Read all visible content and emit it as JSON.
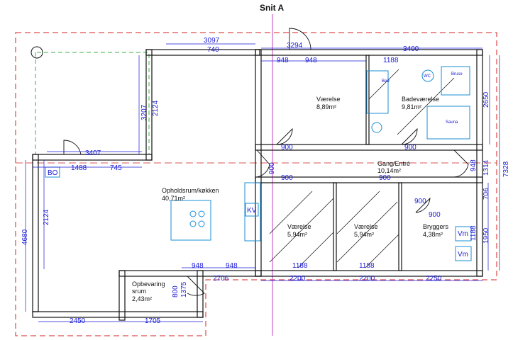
{
  "title": "Snit A",
  "rooms": {
    "vaerelse1_name": "Værelse",
    "vaerelse1_area": "8,89m²",
    "bad_name": "Badeværelse",
    "bad_area": "9,81m²",
    "gang_name": "Gang/Entré",
    "gang_area": "10,14m²",
    "ophold_name": "Opholdsrum/køkken",
    "ophold_area": "40,71m²",
    "vaerelse2_name": "Værelse",
    "vaerelse2_area": "5,94m²",
    "vaerelse3_name": "Værelse",
    "vaerelse3_area": "5,94m²",
    "bryggers_name": "Bryggers",
    "bryggers_area": "4,38m²",
    "opbevaring_name1": "Opbevaring",
    "opbevaring_name2": "srum",
    "opbevaring_area": "2,43m²"
  },
  "fixtures": {
    "bed": "Bed",
    "wc": "WC",
    "bruse": "Bruse",
    "sauna": "Sauna",
    "bo": "BO",
    "kv": "KV",
    "vm1": "Vm",
    "vm2": "Vm"
  },
  "dims": {
    "d3097": "3097",
    "d740": "740",
    "d3294": "3294",
    "d3400": "3400",
    "d948a": "948",
    "d948b": "948",
    "d1188a": "1188",
    "d3207": "3207",
    "d2124a": "2124",
    "d2650": "2650",
    "d7328": "7328",
    "d3407": "3407",
    "d1488": "1488",
    "d745": "745",
    "d900a": "900",
    "d900b": "900",
    "d900c": "900",
    "d900d": "900",
    "d900e": "900",
    "d900f": "900",
    "d900g": "900",
    "d1314": "1314",
    "d948c": "948",
    "d706": "706",
    "d1950": "1950",
    "d1188b": "1188",
    "d2124b": "2124",
    "d4680": "4680",
    "d948d": "948",
    "d948e": "948",
    "d2706": "2706",
    "d1188c": "1188",
    "d1188d": "1188",
    "d2200a": "2200",
    "d2200b": "2200",
    "d2250": "2250",
    "d800": "800",
    "d1375": "1375",
    "d2450": "2450",
    "d1705": "1705"
  }
}
